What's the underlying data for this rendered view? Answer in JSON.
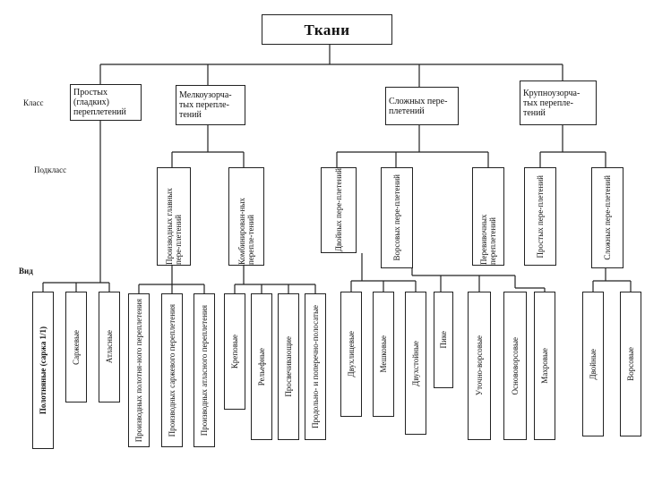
{
  "title": "Ткани",
  "levels": {
    "class": "Класс",
    "subclass": "Подкласс",
    "kind": "Вид"
  },
  "classes": [
    "Простых (гладких) переплетений",
    "Мелкоузорча-тых перепле-тений",
    "Сложных пере-плетений",
    "Крупноузорча-тых перепле-тений"
  ],
  "subclasses": [
    "Производных главных пере-плетений",
    "Комбинирован-ных перепле-тений",
    "Двойных пере-плетений",
    "Ворсовых пере-плетений",
    "Перевивочных переплетений",
    "Простых пере-плетений",
    "Сложных пере-плетений"
  ],
  "kinds": [
    "Полотняные (саржа 1/1)",
    "Саржевые",
    "Атласные",
    "Производных полотня-ного переплетения",
    "Производных саржевого переплетения",
    "Производных атласного переплетения",
    "Креповые",
    "Рельефные",
    "Просвечивающие",
    "Продольно- и поперечно-полосатые",
    "Двухлицевые",
    "Мешковые",
    "Двухстойные",
    "Пике",
    "Уточно-ворсовые",
    "Основоворсовые",
    "Махровые",
    "Двойные",
    "Ворсовые"
  ]
}
